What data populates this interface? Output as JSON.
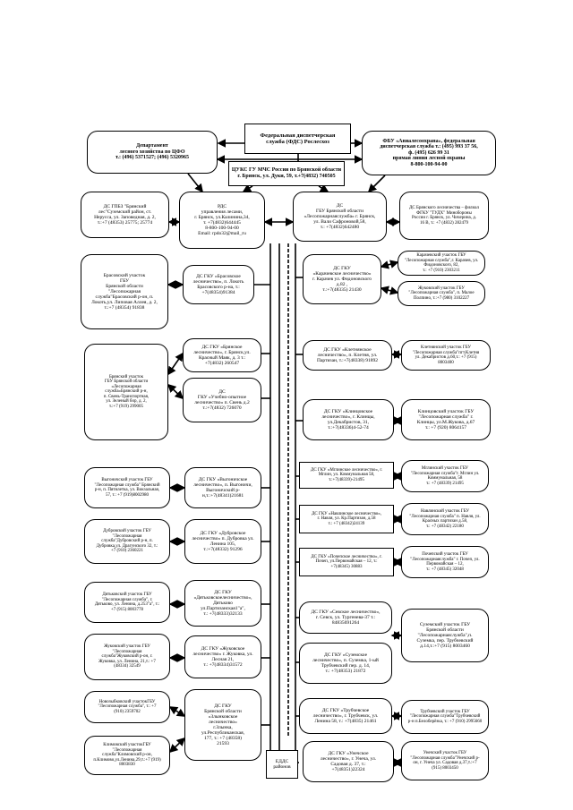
{
  "boxes": {
    "fds": "Федеральная диспетчерская\nслужба (ФДС) Рослесхоз",
    "dept": "Департамент\nлесного хозяйства по ЦФО\nт.: (496) 5371527; (496) 5320965",
    "fbu": "ФБУ «Авиалесоохрана», федеральная\nдиспетчерская служба т.: (495) 993 37 56,\nф. (495) 626 99 31\nпрямая линия лесной охраны\n8-800-100-94-00",
    "cuks": "ЦУКС ГУ МЧС России по Брянской области\nг. Брянск, ул. Дуки, 59, т.+7(4832) 740505",
    "ds_gpbz": "ДС ГПБЗ \"Брянский\nлес\"Суземский район, ст.\nНерусса, ул. Заповедная, д. 2,\nт.:+7 (48353) 25775; 25774",
    "rds": "РДС\nуправления лесами,\nг. Брянск, ул.Калинина,34,\nт. +7(4832)644445\n8-800-100-94-00\nEmail: rpdo32@mail_ru",
    "ds_gbu_lpp": "ДС\nГБУ Брянской области\n«Лесопожарнаяслужба» г. Брянск,\nул. Вали Сафроновой,58,\nт.: +7(4832)642480",
    "ds_filial": "ДС Брянского лесничества – филиал\nФГКУ \"ТУДХ\" Минобороны\nРоссии г. Брянск, ул. Чичерина, д.\n16 В, т.: +7 (4832) 282479",
    "u_brasovsky": "Брасовский участок\nГБУ\nБрянской области\n\"Лесопожарная\nслужба\"Брасовский р-он, п.\nЛокоть,ул. Липовая Аллея, д. 2,\nт.:+7 (48354) 91838",
    "ds_brasovskoe": "ДС ГКУ «Брасовское\nлесничество», п. Локоть\nБрасовского р-на, т.:\n+7(48354)91384",
    "ds_karachevskoe": "ДС ГКУ\n«Карачевское лесничество»\nг. Карачев ул. Фидоновского\nд.82 ,\nт.:+7(48335) 21430",
    "u_karachevsky": "Карачевский участок ГБУ\n\"Лесопожарная служба\",г. Карачев, ул.\nФидоновского, 82,\nт.: +7 (910) 2303211",
    "u_zhukovsky_top": "Жуковский участок ГБУ\n\"Лесопожарная служба\", п. Малое\nПолпино, т.:+7 (980) 3102227",
    "u_bryansky": "Брянский участок\nГБУ Брянской области\n«Лесопожарная\nслужба»Брянский р-н,\nп. Свень-Транспортная,\nул. Зеленый бор, д. 2,\nт.:+7 (919) 299005",
    "ds_bryanskoe": "ДС ГКУ «Брянское\nлесничество», г. Брянск,ул.\nКрасный Маяк, д. 3 т.:\n+7(4832) 260547",
    "ds_uchebno": "ДС\nГКУ «Учебно-опытное\nлесничество» п. Свень д.2\nт.:+7(4832) 726070",
    "ds_kletnyanskoe": "ДС ГКУ «Клетнянское\nлесничество», п. Клетня, ул.\nПартизан, т.:+7(48338) 91892",
    "u_kletnyansky": "Клетнянский участок ГБУ\n\"Лесопожарная служба\"пгт.Клетня\nул. Декабристов д.60,т.: +7 (915)\n8003400",
    "ds_klintsovskoe": "ДС ГКУ «Клинцовское\nлесничество», г. Клинцы,\nул.Декабристов, 31,\nт.:+7(48336)4-52-74",
    "u_klintsovsky": "Клинцовский участок ГБУ\n\"Лесопожарная служба\" г.\nКлинцы, ул.М.Жукова, д.67\nт.: +7 (920) 8064157",
    "u_vygonichsky": "Выгоничский участок ГБУ\n\"Лесопожарная служба\" Брянский\nр-н, п. Пятилетка, ул. Вокзальная,\n57, т.: +7 (919)8002980",
    "ds_vygonichskoe": "ДС ГКУ «Выгоничское\nлесничество», п. Выгоничи,\nВыгоничский р-\nн,т.:+7(48341)21681",
    "ds_mglinskoe": "ДС ГКУ «Мглинское лесничество», г.\nМглин, ул. Коммунальная 58,\nт.:+7(48339)-21495",
    "u_mglinsky": "Мглинский участок ГБУ\n\"Лесопожарная служба\"г. Мглин ул.\nКоммунальная, 58\nт.: +7 (48339) 21495",
    "u_dubrovsky": "Дубровский участок ГБУ\n\"Лесопожарная\nслужба\"Дубровский р-н, п.\nДубровка,ул. Драгунского 32, т.:\n+7 (910) 2360221",
    "ds_dubrovskoe": "ДС ГКУ «Дубровское\nлесничество» п. Дубровка ул.\nЛенина 105,\nт.:+7(48332) 91296",
    "ds_navlinskoe": "ДС ГКУ «Навлинское лесничество»,\nг. Навля, ул. Кр.Партизан, д.58\nт.: +7 (48342)24139",
    "u_navlinsky": "Навлинский участок ГБУ\n\"Лесопожарная служба\" п. Навля, ул.\nКрасных партизан д.58,\nт.: +7 (48342) 22180",
    "u_dyatkovsky": "Дятьковский участок ГБУ\n\"Лесопожарная служба\", г.\nДятьково, ул. Ленина, д.253\"а\", т.:\n+7 (915) 8003778",
    "ds_dyatkovskoe": "ДС ГКУ\n«Дятьковскоелесничество»,\nДятьково\nул.Партизанская1\"а\",\nт.: +7(48333)32133",
    "ds_pochepskoe": "ДС ГКУ «Почепское лесничество», г.\nПочеп, ул.Первомайская – 12, т.:\n+7(48345) 30883",
    "u_pochepsky": "Почепский участок ГБУ\n\"Лесопожарнаяслужба\" г. Почеп, ул.\nПервомайская – 12,\nт.: +7 (48345) 32048",
    "u_zhukovsky": "Жуковский участок ГБУ\n\"Лесопожарная\nслужба\"Жуковский р-он, г.\nЖуковка, ул. Ленина, 21,т.: +7\n(48334) 32549",
    "ds_zhukovskoe": "ДС ГКУ «Жуковское\nлесничество» г. Жуковка, ул.\nЛесная 21,\nт.: +7(48334)31572",
    "ds_sevskoe": "ДС ГКУ «Севское лесничество»,\nг. Севск, ул. Тургенева-37 т.:\n84835691264",
    "ds_suzemskoe": "ДС ГКУ «Суземское\nлесничество», п. Суземка, 1-ый\nТрубчевский пер. д. 14,\nт.: +7(48353) 21872",
    "u_suzemsky": "Суземский участок ГБУ\nБрянской области\n\"Лесопожарнаяслужба\",п.\nСуземка, пер. Трубчевский\nд.14,т.:+7 (915) 8003460",
    "u_novozybkovsky": "Новозыбковский участокГБУ\n\"Лесопожарная служба\", т.: +7\n(910) 2359702",
    "ds_zlynkovskoe": "ДС ГКУ\nБрянской области\n«Злынковское\nлесничество»\nг.Злынка,\nул.Республиканская,\n177, т.: +7 (48358)\n21593",
    "ds_trubchevskoe": "ДС ГКУ «Трубчевское\nлесничество», г. Трубчевск, ул.\nЛенина 58, т.: +7(4835) 21461",
    "u_trubchevsky": "Трубчевский участок ГБУ\n\"Лесопожарная служба\"Трубчевский\nр-н п.Белоберёзка, т.: +7 (910) 2995660",
    "u_klimovsky": "Климовский участокГБУ\n\"Лесопожарная\nслужба\"Климовский р-он,\nп.Климово,ул.Ленина,29,т.:+7 (919)\n8003830",
    "edds": "ЕДДС\nрайонов",
    "ds_unechskoe": "ДС ГКУ «Унечское\nлесничество», г. Унеча, ул.\nСадовая д. 37, т.:\n+7(48351)22324",
    "u_unechsky": "Унечский участок ГБУ\n\"Лесопожарная служба\"Унечский р-\nон, г. Унеча ул. Садовая д.37,т.:+7\n(915) 8003450"
  }
}
